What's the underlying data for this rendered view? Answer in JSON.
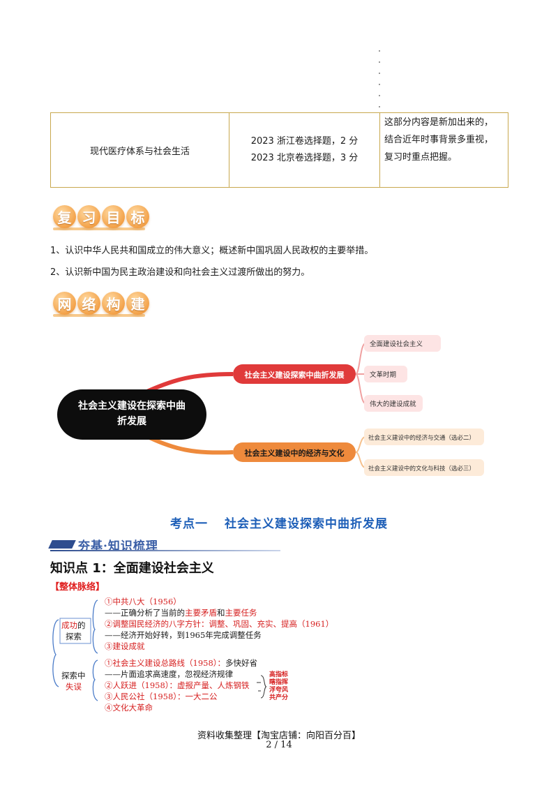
{
  "table": {
    "topic": "现代医疗体系与社会生活",
    "exam_lines": [
      "2023 浙江卷选择题，2 分",
      "2023 北京卷选择题，3 分"
    ],
    "note_lines": [
      "这部分内容是新加出来的，",
      "结合近年时事背景多重视，",
      "复习时重点把握。"
    ]
  },
  "review_goals": {
    "badge_chars": [
      "复",
      "习",
      "目",
      "标"
    ],
    "items": [
      "1、认识中华人民共和国成立的伟大意义；概述新中国巩固人民政权的主要举措。",
      "2、认识新中国为民主政治建设和向社会主义过渡所做出的努力。"
    ]
  },
  "network": {
    "badge_chars": [
      "网",
      "络",
      "构",
      "建"
    ],
    "central": [
      "社会主义建设在探索中曲",
      "折发展"
    ],
    "branch1": {
      "label": "社会主义建设探索中曲折发展",
      "color": "#e03a3a",
      "leaves": [
        "全面建设社会主义",
        "文革时期",
        "伟大的建设成就"
      ]
    },
    "branch2": {
      "label": "社会主义建设中的经济与文化",
      "color": "#ee8a3c",
      "leaves": [
        "社会主义建设中的经济与交通（选必二）",
        "社会主义建设中的文化与科技（选必三）"
      ]
    }
  },
  "section": {
    "label": "考点一",
    "title": "社会主义建设探索中曲折发展"
  },
  "banner": {
    "text": "夯基·知识梳理"
  },
  "knowledge_point": {
    "title": "知识点 1：全面建设社会主义"
  },
  "overall_label": "【整体脉络】",
  "outline": {
    "success_label": [
      "成功的",
      "探索"
    ],
    "success_red": "成功",
    "success_rest": "的",
    "success_line2": "探索",
    "line1": "①中共八大（1956）",
    "line2_prefix": "——正确分析了当前的",
    "line2_red1": "主要矛盾",
    "line2_mid": "和",
    "line2_red2": "主要任务",
    "line3": "②调整国民经济的八字方针：调整、巩固、充实、提高（1961）",
    "line4": "——经济开始好转，到1965年完成调整任务",
    "line5": "③建设成就",
    "failure_line1": "探索中",
    "failure_line2": "失误",
    "line6_red": "①社会主义建设总路线（1958）：",
    "line6_dark": "多快好省",
    "line7": "——片面追求高速度，忽视经济规律",
    "line8": "②人跃进（1958）：虚报产量、人炼钢铁",
    "line9": "③人民公社（1958）：一大二公",
    "line10": "④文化大革命",
    "side_notes": [
      "高指标",
      "瞎指挥",
      "浮夸风",
      "共产分"
    ]
  },
  "footer": {
    "text": "资料收集整理【淘宝店铺：向阳百分百】",
    "page": "2 / 14"
  }
}
